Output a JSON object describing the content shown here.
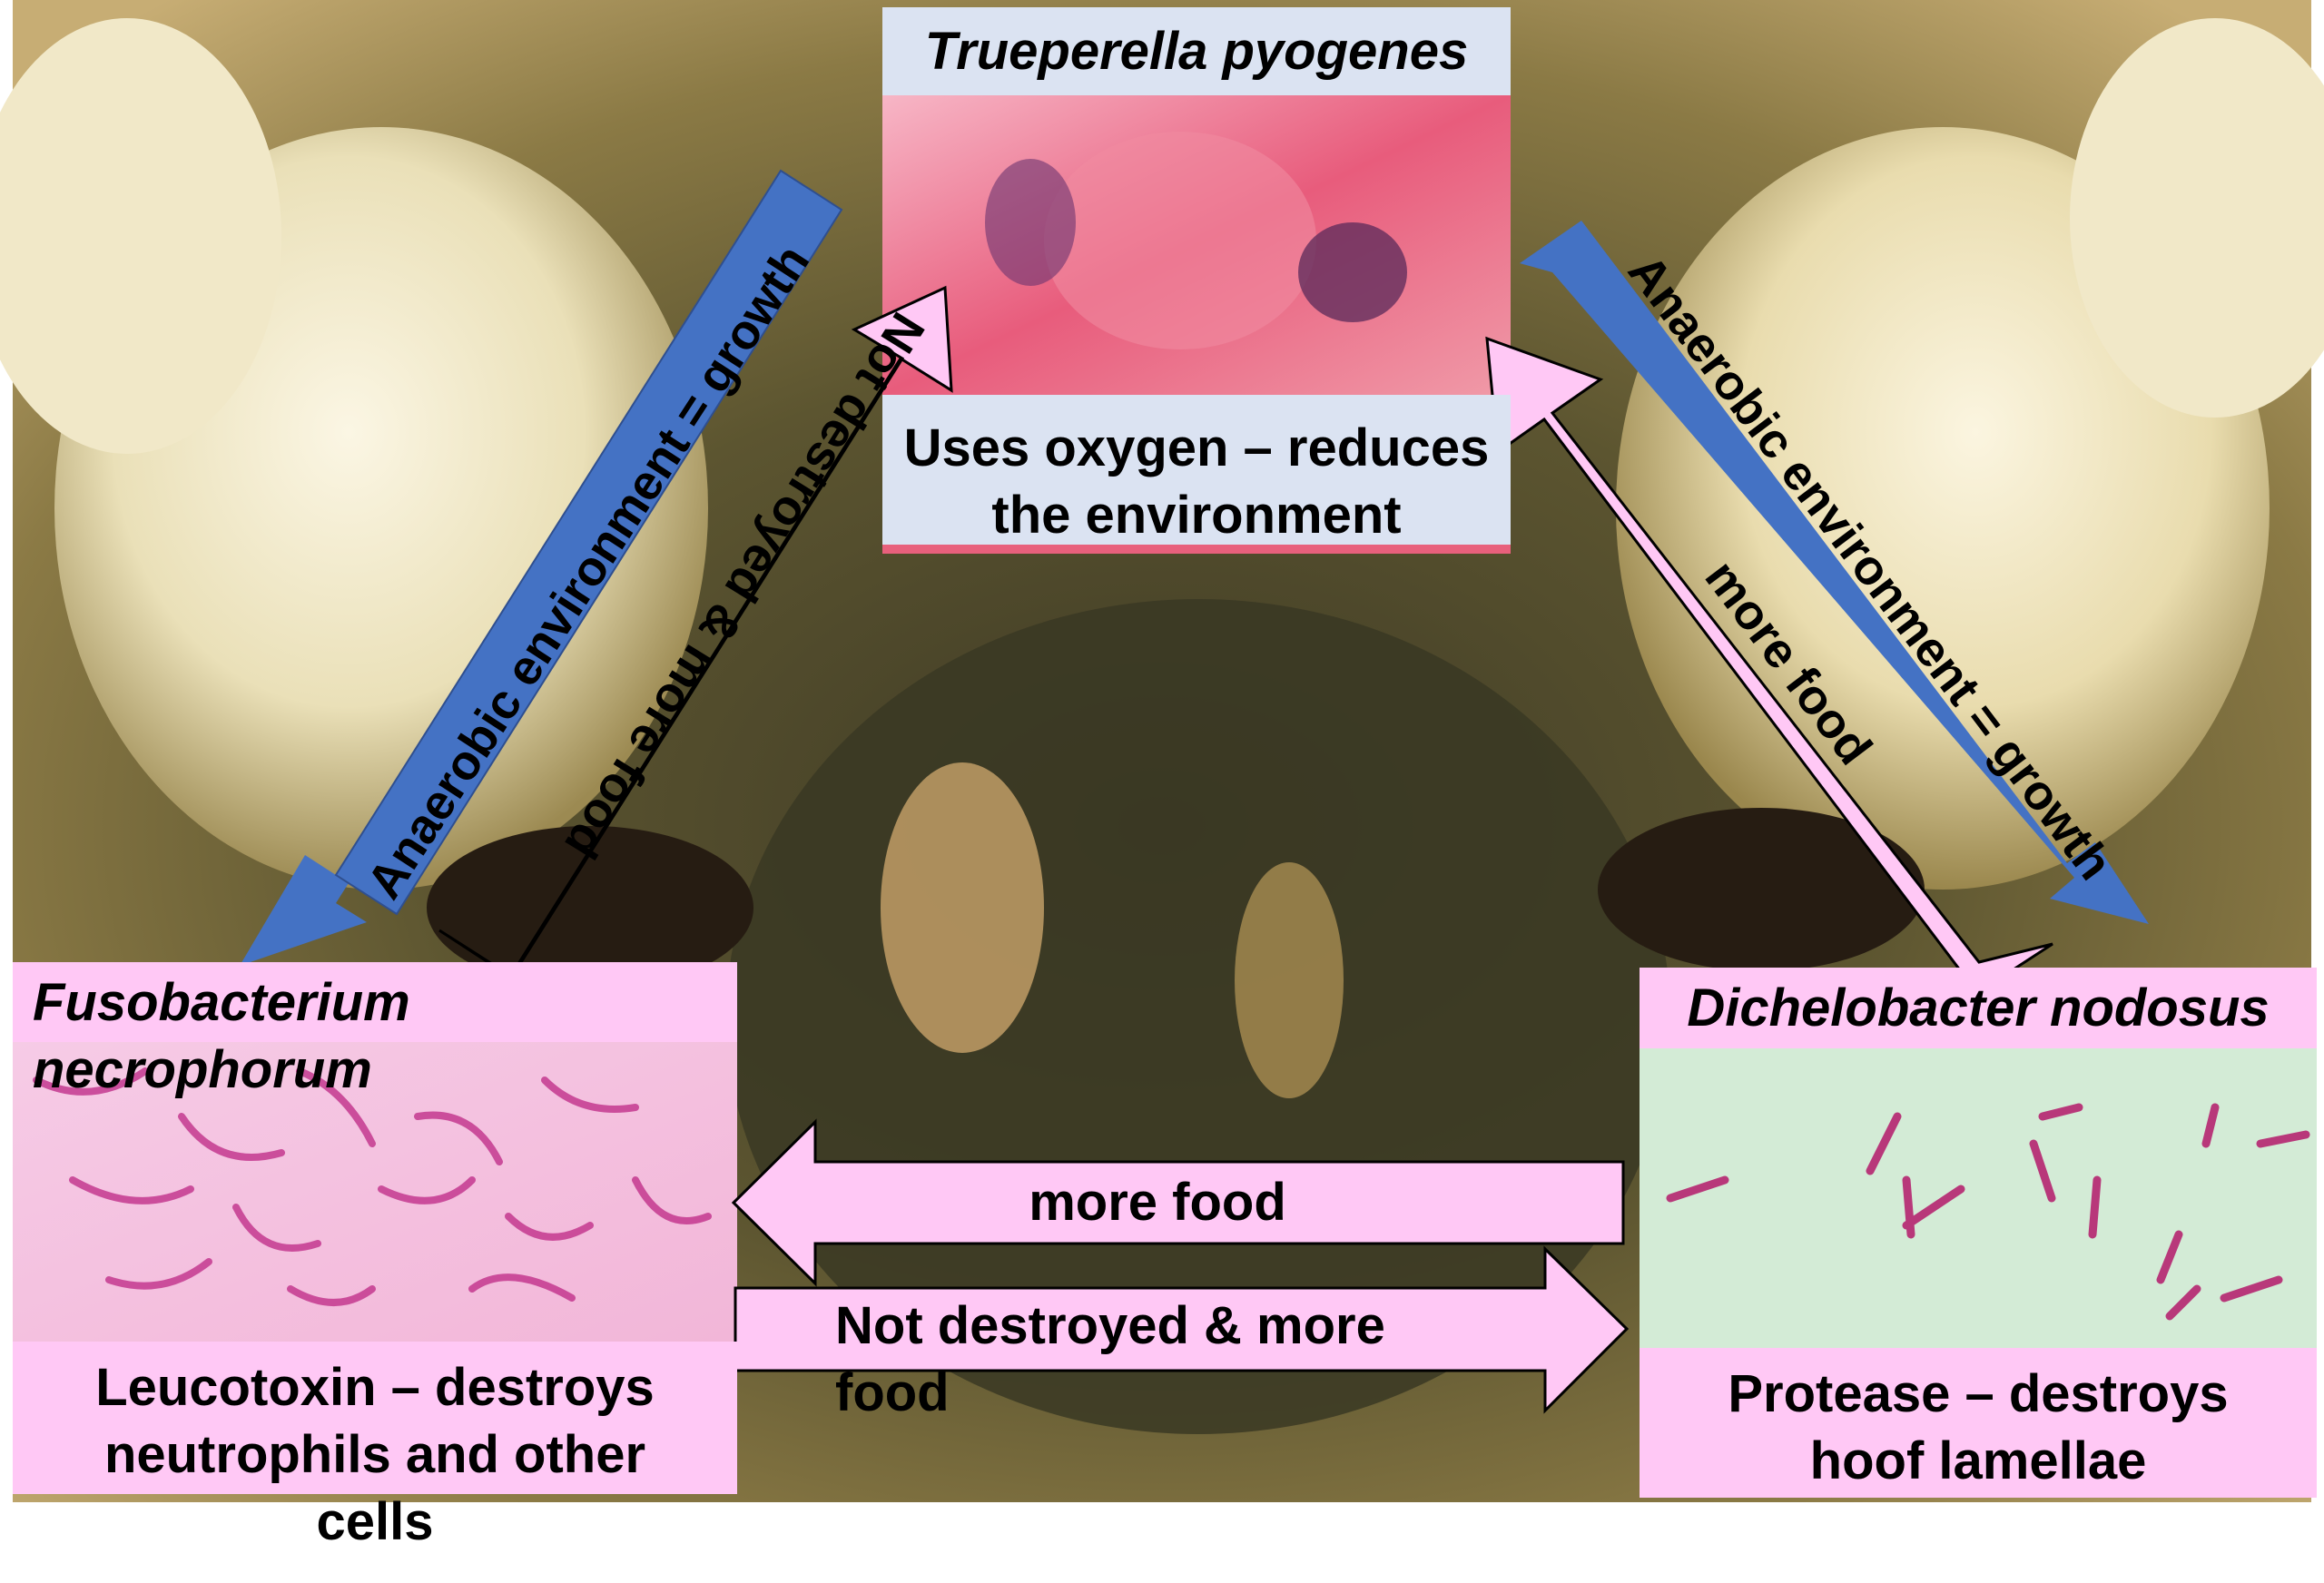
{
  "nodes": {
    "top": {
      "title": "Trueperella pyogenes",
      "description": "Uses oxygen – reduces the environment"
    },
    "left": {
      "title": "Fusobacterium necrophorum",
      "description": "Leucotoxin – destroys neutrophils and other cells"
    },
    "right": {
      "title": "Dichelobacter nodosus",
      "description": "Protease – destroys hoof lamellae"
    }
  },
  "arrows": {
    "top_to_left": "Anaerobic environment = growth",
    "left_to_top": "Not destroyed & more food",
    "top_to_right": "Anaerobic environment = growth",
    "right_to_top": "more food",
    "right_to_left": "more food",
    "left_to_right": "Not destroyed & more food"
  },
  "colors": {
    "blue_arrow": "#4472c4",
    "pink_arrow": "#ffc8f5",
    "title_top_bg": "#dbe3f2",
    "title_bg": "#ffc8f5"
  }
}
